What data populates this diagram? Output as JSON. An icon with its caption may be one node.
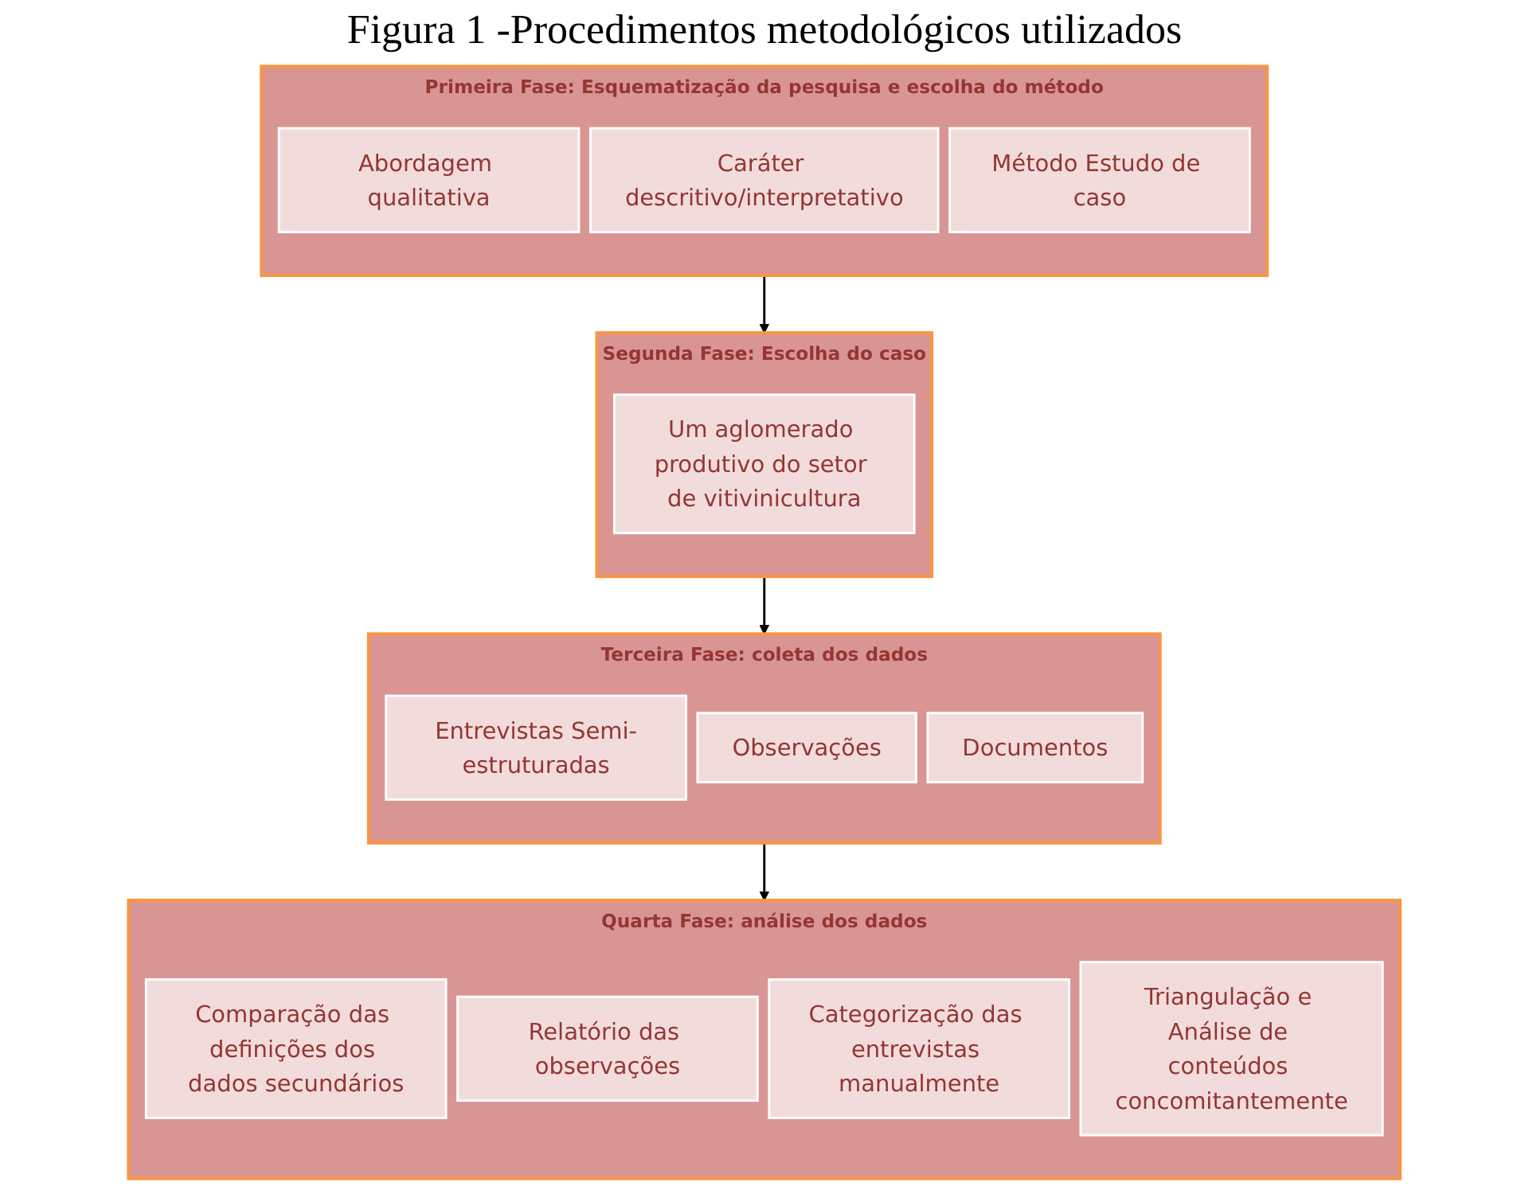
{
  "diagram": {
    "title": "Figura 1 -Procedimentos metodológicos utilizados",
    "nodes": [
      {
        "text": [
          "Primeira Fase: Esquematização da pesquisa e escolha do método"
        ]
      },
      {
        "text": [
          "Abordagem qualitativa"
        ],
        "in": 0
      },
      {
        "text": [
          "Caráter descritivo/interpretativo"
        ],
        "in": 0
      },
      {
        "text": [
          "Método Estudo de caso"
        ],
        "in": 0
      },
      {
        "text": [
          "Segunda Fase: Escolha do caso"
        ]
      },
      {
        "text": [
          "Um aglomerado produtivo do setor de vitivinicultura"
        ],
        "in": 4
      },
      {
        "text": [
          "Terceira Fase: coleta dos dados"
        ]
      },
      {
        "text": [
          "Entrevistas Semi-estruturadas"
        ],
        "in": 6
      },
      {
        "text": [
          "Observações"
        ],
        "in": 6
      },
      {
        "text": [
          "Documentos"
        ],
        "in": 6
      },
      {
        "text": [
          "Quarta Fase: análise dos dados"
        ]
      },
      {
        "text": [
          "Comparação das definições dos dados secundários"
        ],
        "in": 10
      },
      {
        "text": [
          "Relatório das observações"
        ],
        "in": 10
      },
      {
        "text": [
          "Categorização das entrevistas manualmente"
        ],
        "in": 10
      },
      {
        "text": [
          "Triangulação e Análise de conteúdos concomitantemente"
        ],
        "in": 10
      }
    ],
    "edges": [
      {
        "from": 0,
        "to": 4,
        "arrow": "to"
      },
      {
        "from": 4,
        "to": 6,
        "arrow": "to"
      },
      {
        "from": 6,
        "to": 10,
        "arrow": "to"
      }
    ]
  }
}
